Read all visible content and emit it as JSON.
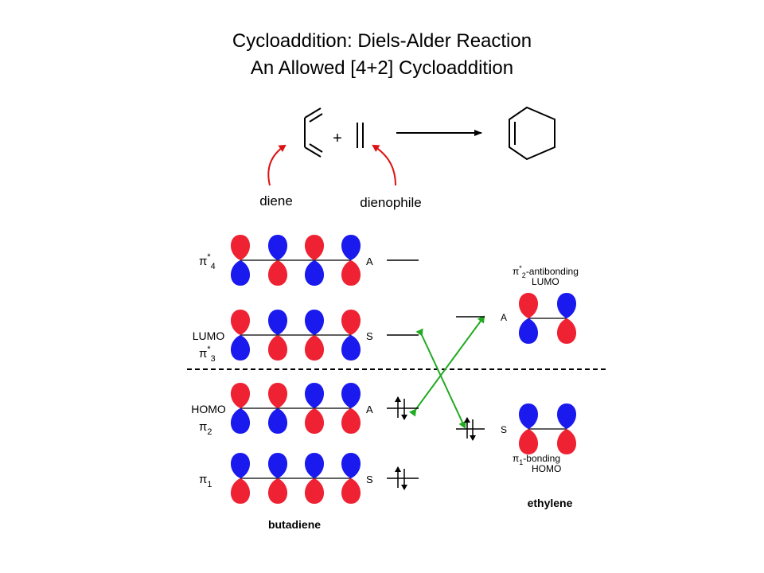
{
  "title_line1": "Cycloaddition: Diels-Alder Reaction",
  "title_line2": "An Allowed [4+2] Cycloaddition",
  "reaction": {
    "plus": "+",
    "diene_label": "diene",
    "dienophile_label": "dienophile"
  },
  "butadiene": {
    "name": "butadiene",
    "levels": [
      {
        "label": "π*4",
        "main": "π",
        "sup": "*",
        "sub": "4",
        "symmetry": "A",
        "phases": [
          1,
          0,
          1,
          0
        ],
        "electrons": 0
      },
      {
        "label": "LUMO π*3",
        "prefix": "LUMO",
        "main": "π",
        "sup": "*",
        "sub": "3",
        "symmetry": "S",
        "phases": [
          1,
          0,
          0,
          1
        ],
        "electrons": 0
      },
      {
        "label": "HOMO π2",
        "prefix": "HOMO",
        "main": "π",
        "sup": "",
        "sub": "2",
        "symmetry": "A",
        "phases": [
          1,
          1,
          0,
          0
        ],
        "electrons": 2
      },
      {
        "label": "π1",
        "main": "π",
        "sup": "",
        "sub": "1",
        "symmetry": "S",
        "phases": [
          0,
          0,
          0,
          0
        ],
        "electrons": 2
      }
    ]
  },
  "ethylene": {
    "name": "ethylene",
    "levels": [
      {
        "caption_main": "π",
        "caption_sup": "*",
        "caption_sub": "2",
        "caption_rest": "-antibonding",
        "caption_line2": "LUMO",
        "symmetry": "A",
        "phases": [
          1,
          0
        ],
        "electrons": 0
      },
      {
        "caption_main": "π",
        "caption_sup": "",
        "caption_sub": "1",
        "caption_rest": "-bonding",
        "caption_line2": "HOMO",
        "symmetry": "S",
        "phases": [
          0,
          0
        ],
        "electrons": 2
      }
    ]
  },
  "colors": {
    "positive_lobe": "#ee2233",
    "negative_lobe": "#1a1aee",
    "reaction_arrow": "#dd1111",
    "interaction_arrow": "#22aa22",
    "line": "#000000"
  },
  "icons": {
    "reaction_arrow": "reaction-arrow-icon",
    "diene": "butadiene-structure-icon",
    "dienophile": "ethylene-structure-icon",
    "product": "cyclohexene-structure-icon",
    "electron": "electron-spin-arrow-icon"
  }
}
